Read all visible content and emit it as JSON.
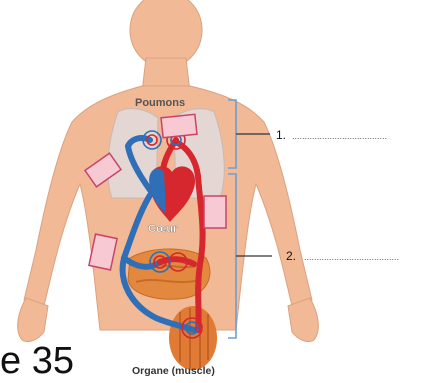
{
  "labels": {
    "lungs": "Poumons",
    "heart": "Cœur",
    "organ": "Organe (muscle)"
  },
  "callouts": [
    {
      "number": "1.",
      "dots": "......................................"
    },
    {
      "number": "2.",
      "dots": "......................................"
    }
  ],
  "page_number": "e 35",
  "colors": {
    "skin": "#f1b996",
    "oxygenated_blood": "#d6262e",
    "deoxygenated_blood": "#2e6fb7",
    "answer_box": "#f6c9d3",
    "bracket": "#6a9fd2",
    "lungs": "#e4d7d3",
    "muscle": "#e07a34"
  }
}
